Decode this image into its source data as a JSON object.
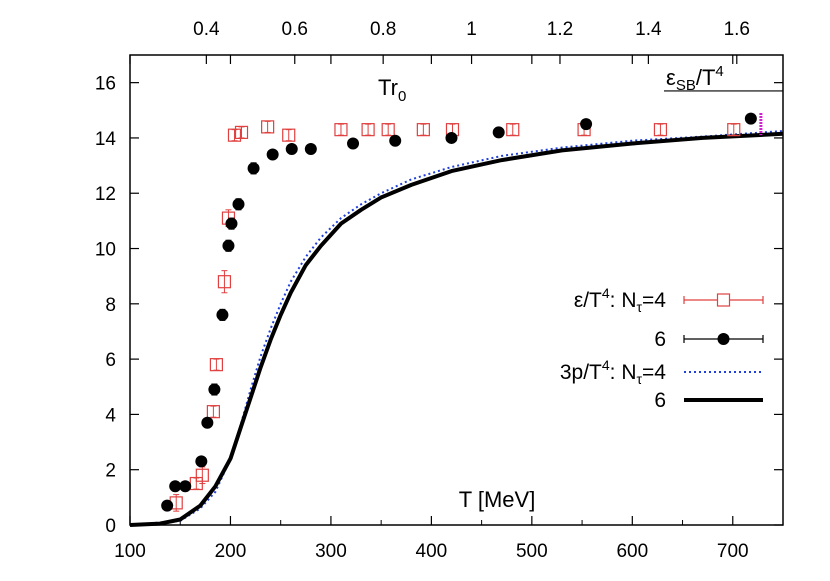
{
  "chart_data": {
    "type": "scatter",
    "title": "",
    "xlabel": "T [MeV]",
    "ylabel": "",
    "xlim": [
      100,
      750
    ],
    "ylim": [
      0,
      17
    ],
    "x_ticks": [
      "100",
      "200",
      "300",
      "400",
      "500",
      "600",
      "700"
    ],
    "y_ticks": [
      "0",
      "2",
      "4",
      "6",
      "8",
      "10",
      "12",
      "14",
      "16"
    ],
    "top_axis": {
      "ticks": [
        "0.4",
        "0.6",
        "0.8",
        "1",
        "1.2",
        "1.4",
        "1.6"
      ],
      "ticks_at_T": [
        176,
        264,
        352,
        440,
        528,
        616,
        704
      ]
    },
    "annotations": {
      "trace_label_main": "Tr",
      "trace_label_sub": "0",
      "sb_label_eps": "ε",
      "sb_label_sub": "SB",
      "sb_label_rest": "/T",
      "sb_label_sup": "4",
      "sb_level": 15.7
    },
    "grid": false,
    "legend_position": "right",
    "legend": [
      {
        "prefix": "ε/T",
        "sup": "4",
        "mid": ": N",
        "sub": "τ",
        "suffix": "=4"
      },
      {
        "prefix": "6",
        "sup": "",
        "mid": "",
        "sub": "",
        "suffix": ""
      },
      {
        "prefix": "3p/T",
        "sup": "4",
        "mid": ": N",
        "sub": "τ",
        "suffix": "=4"
      },
      {
        "prefix": "6",
        "sup": "",
        "mid": "",
        "sub": "",
        "suffix": ""
      }
    ],
    "series": [
      {
        "kind": "points",
        "marker": "open-square",
        "color": "#e0403f",
        "points": [
          {
            "x": 146,
            "y": 0.8,
            "err": 0.3
          },
          {
            "x": 166,
            "y": 1.5,
            "err": 0.2
          },
          {
            "x": 172,
            "y": 1.8,
            "err": 0.3
          },
          {
            "x": 183,
            "y": 4.1,
            "err": 0.2
          },
          {
            "x": 186,
            "y": 5.8,
            "err": 0.2
          },
          {
            "x": 194,
            "y": 8.8,
            "err": 0.4
          },
          {
            "x": 198,
            "y": 11.1,
            "err": 0.3
          },
          {
            "x": 204,
            "y": 14.1,
            "err": 0.2
          },
          {
            "x": 211,
            "y": 14.2,
            "err": 0.2
          },
          {
            "x": 237,
            "y": 14.4,
            "err": 0.2
          },
          {
            "x": 258,
            "y": 14.1,
            "err": 0.2
          },
          {
            "x": 310,
            "y": 14.3,
            "err": 0.2
          },
          {
            "x": 337,
            "y": 14.3,
            "err": 0.2
          },
          {
            "x": 357,
            "y": 14.3,
            "err": 0.2
          },
          {
            "x": 392,
            "y": 14.3,
            "err": 0.2
          },
          {
            "x": 421,
            "y": 14.3,
            "err": 0.2
          },
          {
            "x": 481,
            "y": 14.3,
            "err": 0.2
          },
          {
            "x": 552,
            "y": 14.3,
            "err": 0.2
          },
          {
            "x": 628,
            "y": 14.3,
            "err": 0.2
          },
          {
            "x": 701,
            "y": 14.3,
            "err": 0.2
          }
        ]
      },
      {
        "kind": "points",
        "marker": "filled-circle",
        "color": "#000000",
        "points": [
          {
            "x": 137,
            "y": 0.7,
            "err": 0.1
          },
          {
            "x": 145,
            "y": 1.4,
            "err": 0.1
          },
          {
            "x": 155,
            "y": 1.4,
            "err": 0.1
          },
          {
            "x": 171,
            "y": 2.3,
            "err": 0.15
          },
          {
            "x": 177,
            "y": 3.7,
            "err": 0.1
          },
          {
            "x": 184,
            "y": 4.9,
            "err": 0.2
          },
          {
            "x": 192,
            "y": 7.6,
            "err": 0.2
          },
          {
            "x": 198,
            "y": 10.1,
            "err": 0.2
          },
          {
            "x": 201,
            "y": 10.9,
            "err": 0.2
          },
          {
            "x": 208,
            "y": 11.6,
            "err": 0.2
          },
          {
            "x": 223,
            "y": 12.9,
            "err": 0.2
          },
          {
            "x": 242,
            "y": 13.4,
            "err": 0.1
          },
          {
            "x": 261,
            "y": 13.6,
            "err": 0.1
          },
          {
            "x": 280,
            "y": 13.6,
            "err": 0.1
          },
          {
            "x": 322,
            "y": 13.8,
            "err": 0.1
          },
          {
            "x": 364,
            "y": 13.9,
            "err": 0.1
          },
          {
            "x": 420,
            "y": 14.0,
            "err": 0.1
          },
          {
            "x": 467,
            "y": 14.2,
            "err": 0.1
          },
          {
            "x": 554,
            "y": 14.5,
            "err": 0.1
          },
          {
            "x": 718,
            "y": 14.7,
            "err": 0.1
          }
        ]
      },
      {
        "kind": "line",
        "style": "dotted",
        "color": "#1f3fdc",
        "width": 2,
        "points": [
          {
            "x": 100,
            "y": 0
          },
          {
            "x": 150,
            "y": 0.15
          },
          {
            "x": 170,
            "y": 0.6
          },
          {
            "x": 185,
            "y": 1.2
          },
          {
            "x": 200,
            "y": 2.4
          },
          {
            "x": 210,
            "y": 3.6
          },
          {
            "x": 220,
            "y": 4.9
          },
          {
            "x": 230,
            "y": 6.1
          },
          {
            "x": 240,
            "y": 7.1
          },
          {
            "x": 250,
            "y": 8.0
          },
          {
            "x": 260,
            "y": 8.8
          },
          {
            "x": 275,
            "y": 9.7
          },
          {
            "x": 290,
            "y": 10.4
          },
          {
            "x": 310,
            "y": 11.1
          },
          {
            "x": 330,
            "y": 11.6
          },
          {
            "x": 350,
            "y": 12.0
          },
          {
            "x": 380,
            "y": 12.5
          },
          {
            "x": 420,
            "y": 12.95
          },
          {
            "x": 470,
            "y": 13.35
          },
          {
            "x": 530,
            "y": 13.65
          },
          {
            "x": 600,
            "y": 13.9
          },
          {
            "x": 670,
            "y": 14.05
          },
          {
            "x": 750,
            "y": 14.25
          }
        ]
      },
      {
        "kind": "line",
        "style": "solid",
        "color": "#000000",
        "width": 4,
        "points": [
          {
            "x": 100,
            "y": 0
          },
          {
            "x": 130,
            "y": 0.05
          },
          {
            "x": 150,
            "y": 0.2
          },
          {
            "x": 170,
            "y": 0.7
          },
          {
            "x": 185,
            "y": 1.4
          },
          {
            "x": 200,
            "y": 2.4
          },
          {
            "x": 210,
            "y": 3.5
          },
          {
            "x": 220,
            "y": 4.6
          },
          {
            "x": 230,
            "y": 5.7
          },
          {
            "x": 240,
            "y": 6.7
          },
          {
            "x": 250,
            "y": 7.6
          },
          {
            "x": 260,
            "y": 8.4
          },
          {
            "x": 275,
            "y": 9.4
          },
          {
            "x": 290,
            "y": 10.1
          },
          {
            "x": 310,
            "y": 10.9
          },
          {
            "x": 330,
            "y": 11.4
          },
          {
            "x": 350,
            "y": 11.85
          },
          {
            "x": 380,
            "y": 12.3
          },
          {
            "x": 420,
            "y": 12.8
          },
          {
            "x": 470,
            "y": 13.2
          },
          {
            "x": 530,
            "y": 13.55
          },
          {
            "x": 600,
            "y": 13.8
          },
          {
            "x": 670,
            "y": 14.0
          },
          {
            "x": 750,
            "y": 14.15
          }
        ]
      }
    ]
  }
}
